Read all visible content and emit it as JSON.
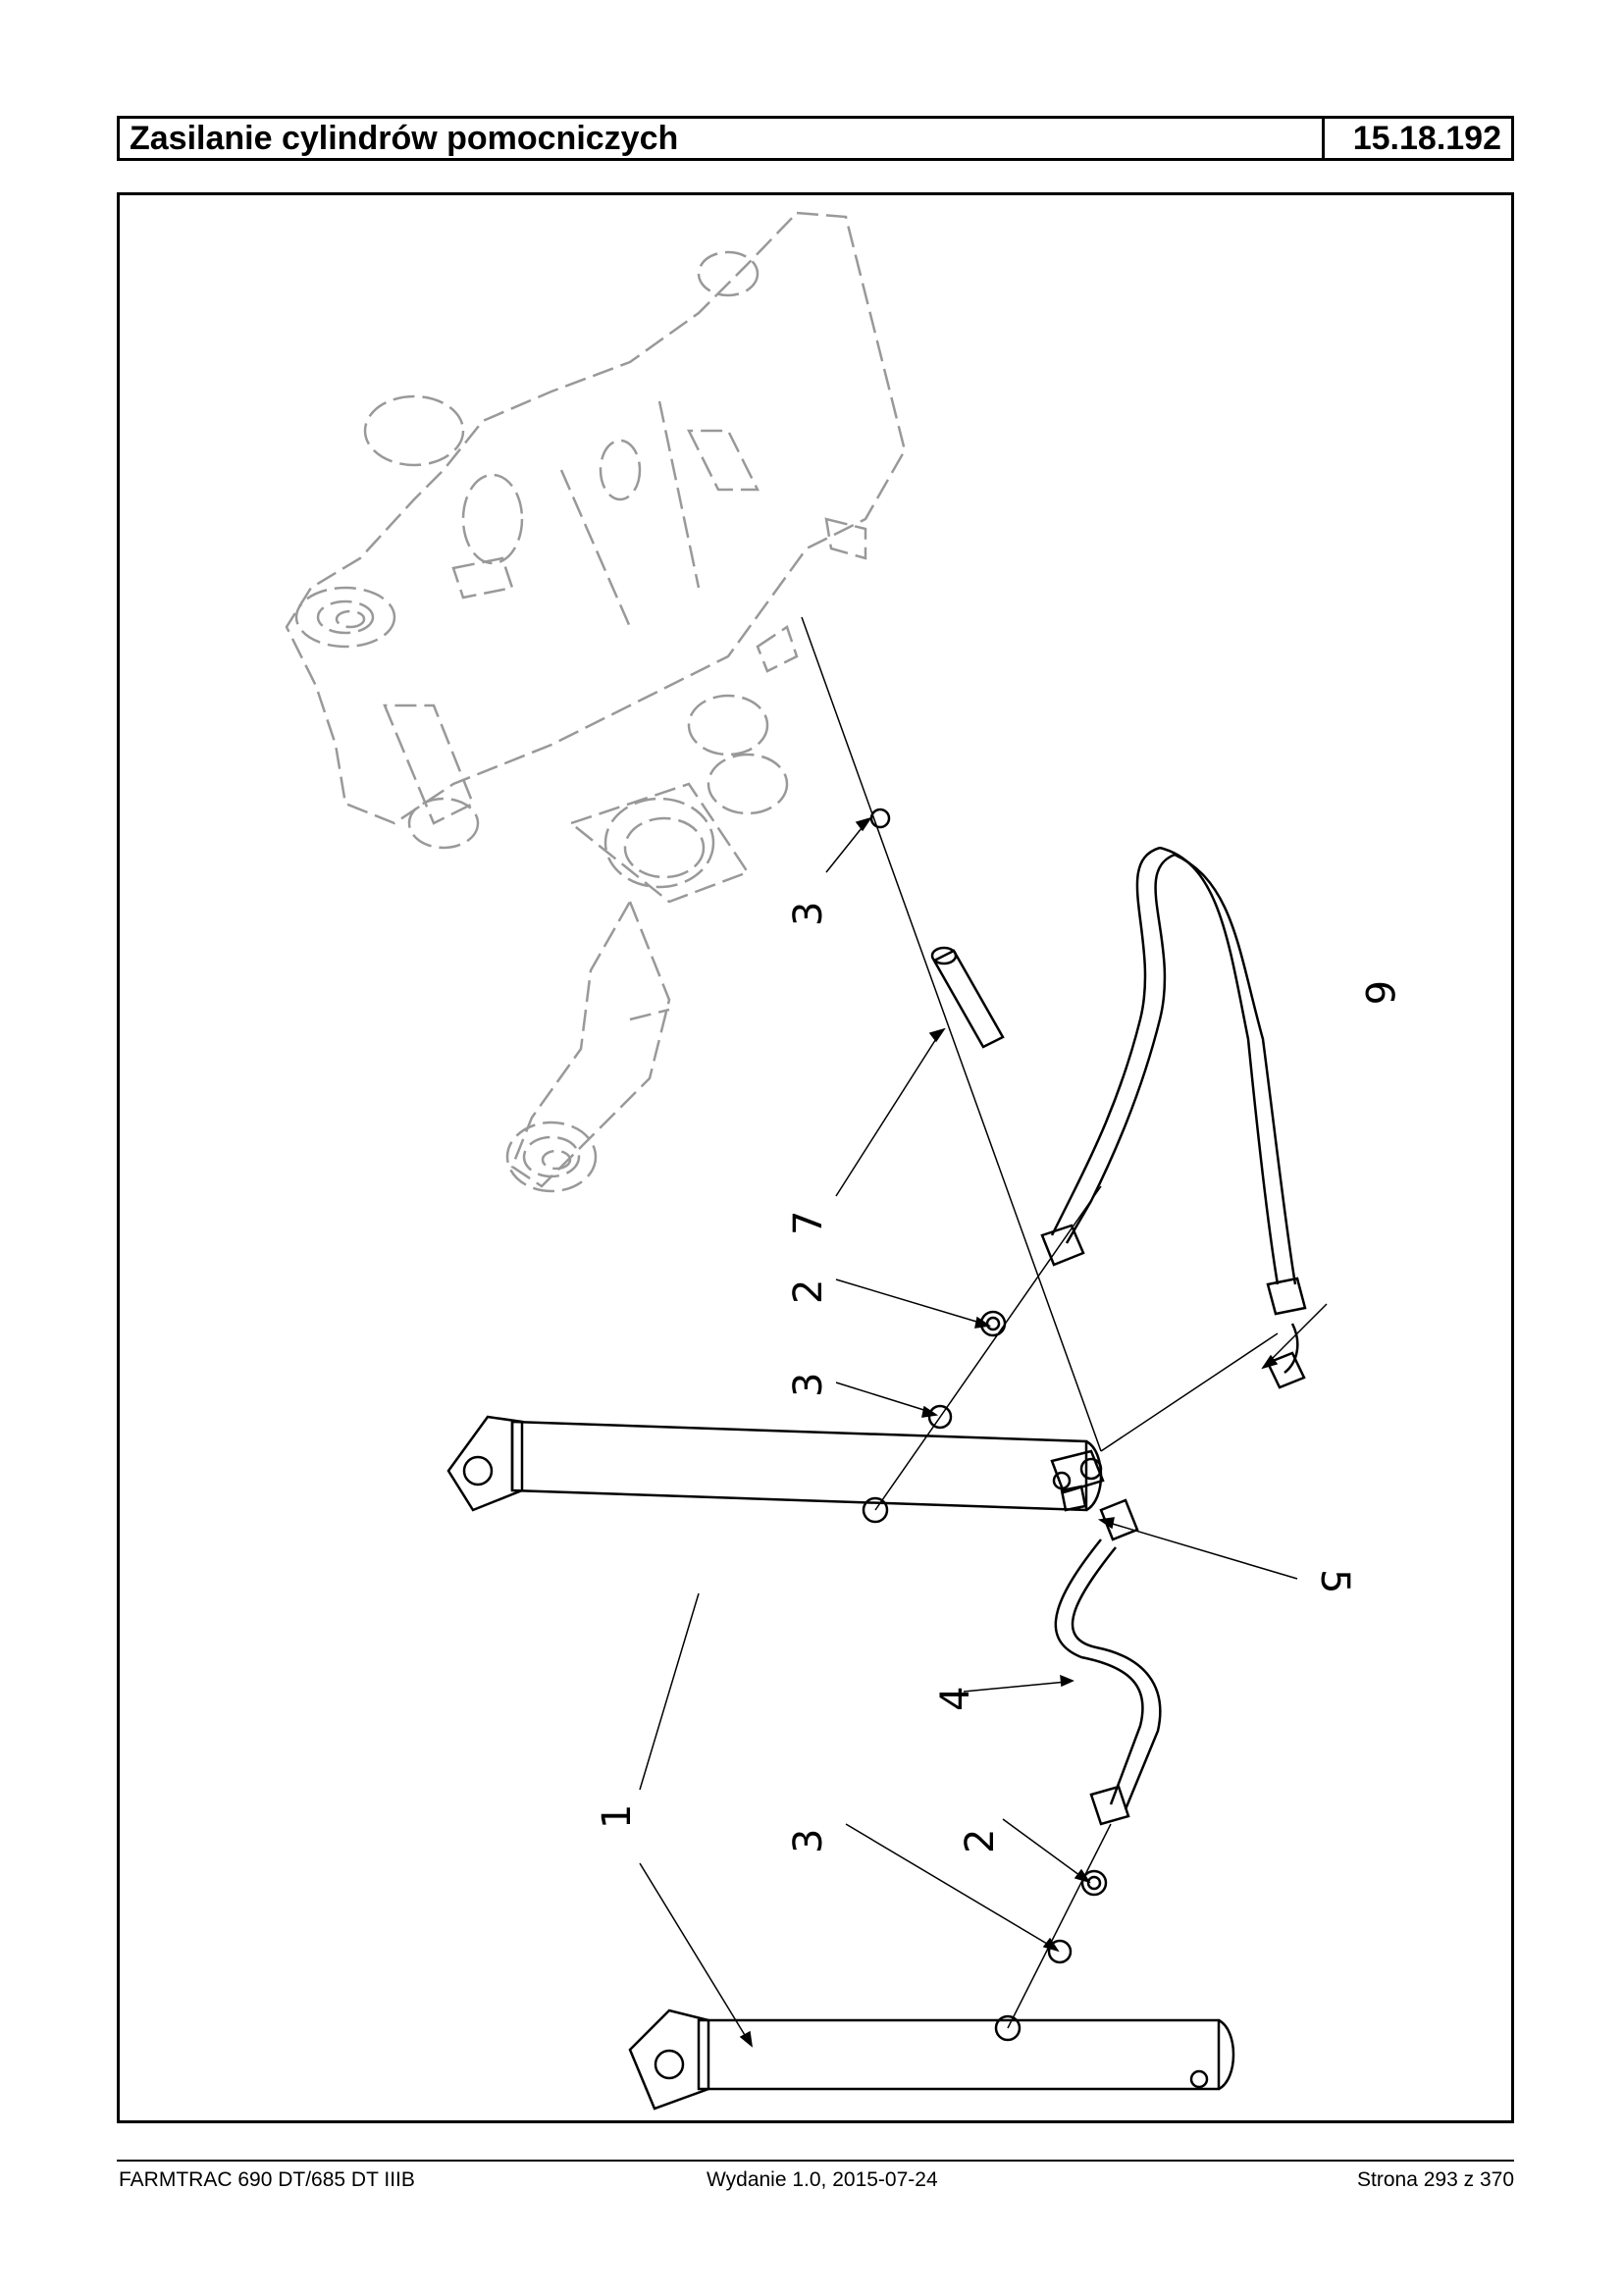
{
  "header": {
    "title": "Zasilanie cylindrów pomocniczych",
    "code": "15.18.192"
  },
  "diagram": {
    "callouts": [
      "1",
      "2",
      "2",
      "3",
      "3",
      "3",
      "4",
      "5",
      "6",
      "7"
    ]
  },
  "footer": {
    "model": "FARMTRAC 690 DT/685 DT IIIB",
    "edition": "Wydanie 1.0,  2015-07-24",
    "page": "Strona 293 z 370"
  }
}
